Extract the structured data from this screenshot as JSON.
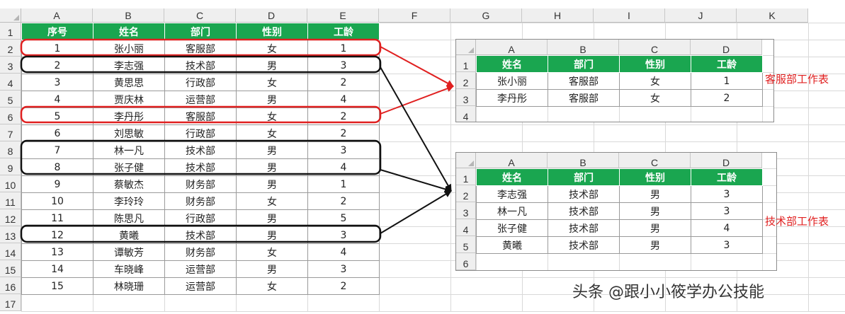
{
  "sheet": {
    "columns": [
      "A",
      "B",
      "C",
      "D",
      "E",
      "F",
      "G",
      "H",
      "I",
      "J",
      "K"
    ],
    "rows": [
      "1",
      "2",
      "3",
      "4",
      "5",
      "6",
      "7",
      "8",
      "9",
      "10",
      "11",
      "12",
      "13",
      "14",
      "15",
      "16",
      "17"
    ],
    "table": {
      "headers": [
        "序号",
        "姓名",
        "部门",
        "性别",
        "工龄"
      ],
      "rows": [
        [
          "1",
          "张小丽",
          "客服部",
          "女",
          "1"
        ],
        [
          "2",
          "李志强",
          "技术部",
          "男",
          "3"
        ],
        [
          "3",
          "黄思思",
          "行政部",
          "女",
          "2"
        ],
        [
          "4",
          "贾庆林",
          "运营部",
          "男",
          "4"
        ],
        [
          "5",
          "李丹彤",
          "客服部",
          "女",
          "2"
        ],
        [
          "6",
          "刘思敏",
          "行政部",
          "女",
          "2"
        ],
        [
          "7",
          "林一凡",
          "技术部",
          "男",
          "3"
        ],
        [
          "8",
          "张子健",
          "技术部",
          "男",
          "4"
        ],
        [
          "9",
          "蔡敏杰",
          "财务部",
          "男",
          "1"
        ],
        [
          "10",
          "李玲玲",
          "财务部",
          "女",
          "2"
        ],
        [
          "11",
          "陈思凡",
          "行政部",
          "男",
          "5"
        ],
        [
          "12",
          "黄曦",
          "技术部",
          "男",
          "3"
        ],
        [
          "13",
          "谭敏芳",
          "财务部",
          "女",
          "4"
        ],
        [
          "14",
          "车晓峰",
          "运营部",
          "男",
          "3"
        ],
        [
          "15",
          "林晓珊",
          "运营部",
          "女",
          "2"
        ]
      ]
    }
  },
  "window_kefu": {
    "columns": [
      "A",
      "B",
      "C",
      "D"
    ],
    "rows": [
      "1",
      "2",
      "3",
      "4"
    ],
    "headers": [
      "姓名",
      "部门",
      "性别",
      "工龄"
    ],
    "data": [
      [
        "张小丽",
        "客服部",
        "女",
        "1"
      ],
      [
        "李丹彤",
        "客服部",
        "女",
        "2"
      ]
    ],
    "label": "客服部工作表"
  },
  "window_jishu": {
    "columns": [
      "A",
      "B",
      "C",
      "D"
    ],
    "rows": [
      "1",
      "2",
      "3",
      "4",
      "5",
      "6"
    ],
    "headers": [
      "姓名",
      "部门",
      "性别",
      "工龄"
    ],
    "data": [
      [
        "李志强",
        "技术部",
        "男",
        "3"
      ],
      [
        "林一凡",
        "技术部",
        "男",
        "3"
      ],
      [
        "张子健",
        "技术部",
        "男",
        "4"
      ],
      [
        "黄曦",
        "技术部",
        "男",
        "3"
      ]
    ],
    "label": "技术部工作表"
  },
  "watermark": "头条 @跟小小筱学办公技能",
  "colors": {
    "header_green": "#1aa650",
    "highlight_red": "#e02020",
    "highlight_black": "#111111"
  }
}
